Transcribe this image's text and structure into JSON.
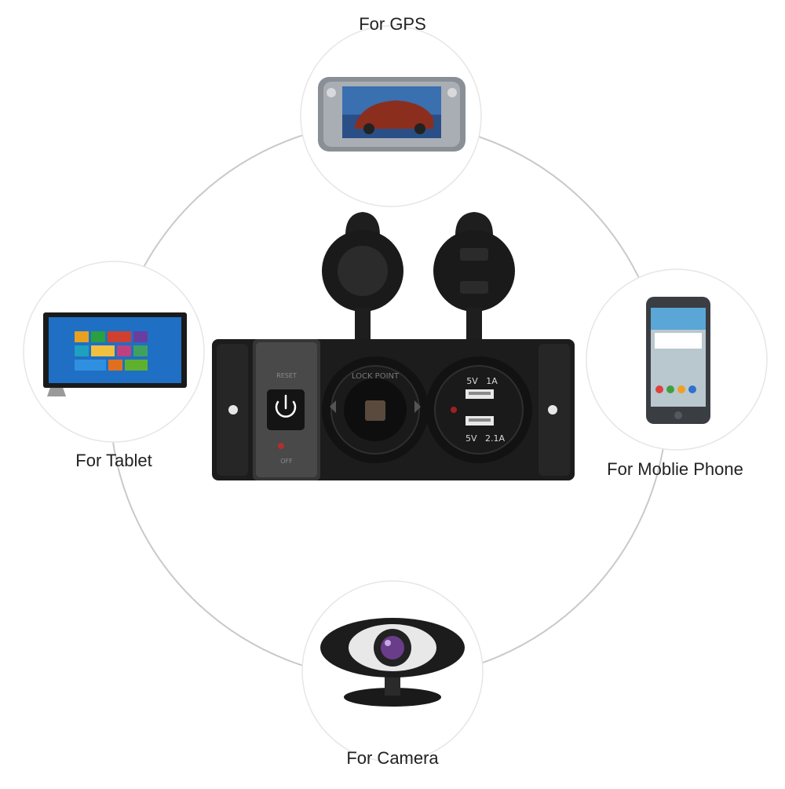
{
  "labels": {
    "gps": "For GPS",
    "tablet": "For Tablet",
    "phone": "For Moblie Phone",
    "camera": "For Camera"
  },
  "panel": {
    "socket_text": "LOCK POINT",
    "usb_top": "5V   1A",
    "usb_bottom": "5V   2.1A",
    "switch_top": "RESET",
    "switch_bottom": "OFF"
  },
  "colors": {
    "panel": "#1c1c1c",
    "ring": "#c9c9c9",
    "gps_screen": "#3a6fb0",
    "tablet_screen": "#1f6fc4",
    "phone_screen": "#5aa6d6",
    "camera_lens": "#6a3d8a"
  },
  "icons": [
    "power-icon",
    "usb-port-icon",
    "cigarette-socket-icon"
  ]
}
